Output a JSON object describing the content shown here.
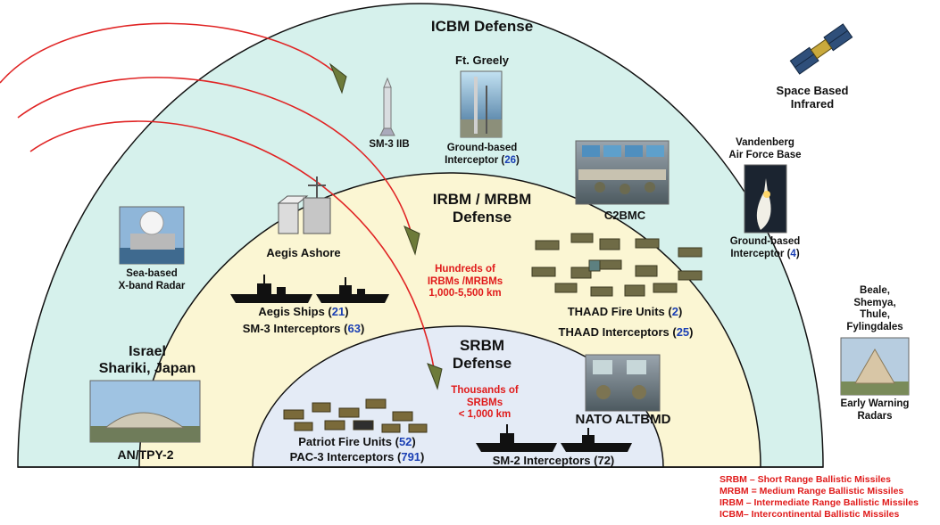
{
  "zones": {
    "icbm": {
      "title": "ICBM Defense",
      "color": "#d6f1ec"
    },
    "irbm": {
      "title_line1": "IRBM / MRBM",
      "title_line2": "Defense",
      "color": "#fbf6d3"
    },
    "srbm": {
      "title_line1": "SRBM",
      "title_line2": "Defense",
      "color": "#e4ebf6"
    }
  },
  "assets": {
    "ft_greely": {
      "title": "Ft. Greely",
      "line1": "Ground-based",
      "line2_prefix": "Interceptor (",
      "count": "26",
      "suffix": ")"
    },
    "sm3_iib": {
      "label": "SM-3 IIB"
    },
    "space_based": {
      "line1": "Space Based",
      "line2": "Infrared"
    },
    "vandenberg": {
      "line1": "Vandenberg",
      "line2": "Air Force Base",
      "line3": "Ground-based",
      "line4_prefix": "Interceptor (",
      "count": "4",
      "suffix": ")"
    },
    "c2bmc": {
      "label": "C2BMC"
    },
    "sea_radar": {
      "line1": "Sea-based",
      "line2": "X-band Radar"
    },
    "aegis_ashore": {
      "label": "Aegis Ashore"
    },
    "aegis_ships": {
      "prefix": "Aegis Ships (",
      "count": "21",
      "suffix": ")"
    },
    "sm3_interceptors": {
      "prefix": "SM-3 Interceptors (",
      "count": "63",
      "suffix": ")"
    },
    "irbm_threat": {
      "line1": "Hundreds of",
      "line2": "IRBMs /MRBMs",
      "line3": "1,000-5,500 km"
    },
    "thaad_units": {
      "prefix": "THAAD Fire Units (",
      "count": "2",
      "suffix": ")"
    },
    "thaad_interceptors": {
      "prefix": "THAAD Interceptors (",
      "count": "25",
      "suffix": ")"
    },
    "radars": {
      "line1": "Beale,",
      "line2": "Shemya,",
      "line3": "Thule,",
      "line4": "Fylingdales",
      "line5": "Early Warning",
      "line6": "Radars"
    },
    "tpy2": {
      "line1": "Israel",
      "line2": "Shariki, Japan",
      "line3": "AN/TPY-2"
    },
    "srbm_threat": {
      "line1": "Thousands of",
      "line2": "SRBMs",
      "line3": "< 1,000 km"
    },
    "nato": {
      "label": "NATO ALTBMD"
    },
    "patriot_units": {
      "prefix": "Patriot Fire Units (",
      "count": "52",
      "suffix": ")"
    },
    "pac3": {
      "prefix": "PAC-3 Interceptors (",
      "count": "791",
      "suffix": ")"
    },
    "sm2": {
      "label": "SM-2 Interceptors (72)"
    }
  },
  "legend": [
    "SRBM – Short Range Ballistic Missiles",
    "MRBM = Medium Range Ballistic Missiles",
    "IRBM – Intermediate Range Ballistic Missiles",
    "ICBM– Intercontinental Ballistic Missiles"
  ],
  "colors": {
    "threat_text": "#e01b1b",
    "count_text": "#1a3fb4",
    "trajectory": "#e02424"
  }
}
